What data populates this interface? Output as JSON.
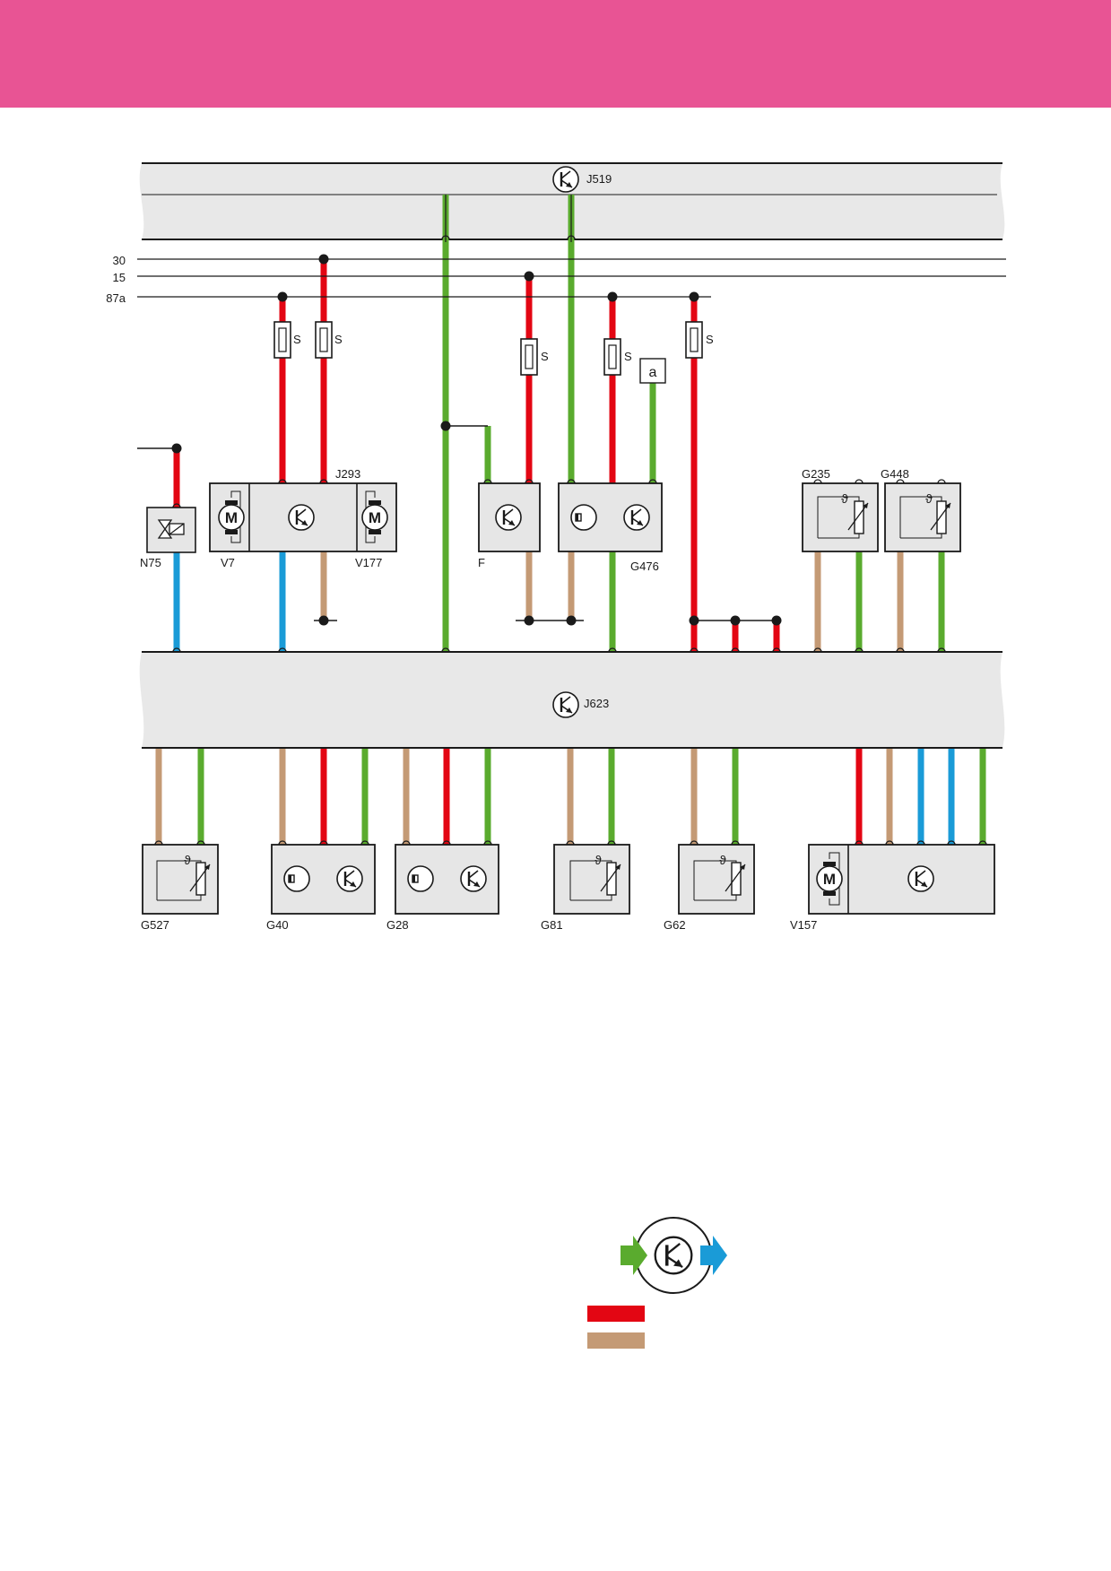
{
  "header": {
    "color": "#e85494"
  },
  "colors": {
    "red": "#e30613",
    "green": "#5aab2e",
    "blue": "#1a9bd7",
    "brown": "#c49a75",
    "bus_fill": "#e8e8e8",
    "box_fill": "#e6e6e6",
    "line": "#1a1a1a"
  },
  "buses": {
    "top": {
      "name": "J519",
      "icon": "control-unit-icon"
    },
    "middle": {
      "name": "J623",
      "icon": "control-unit-icon"
    }
  },
  "terminals": [
    "30",
    "15",
    "87a"
  ],
  "fuse_label": "S",
  "connector_a": "a",
  "components": {
    "N75": "N75",
    "V7": "V7",
    "J293": "J293",
    "V177": "V177",
    "F": "F",
    "G476": "G476",
    "G235": "G235",
    "G448": "G448",
    "G527": "G527",
    "G40": "G40",
    "G28": "G28",
    "G81": "G81",
    "G62": "G62",
    "V157": "V157"
  },
  "symbols": {
    "motor": "M",
    "temperature": "ϑ"
  },
  "legend": {
    "icon": "control-unit-signal-icon",
    "in_arrow_color": "#5aab2e",
    "out_arrow_color": "#1a9bd7",
    "swatches": [
      "#e30613",
      "#c49a75"
    ]
  }
}
